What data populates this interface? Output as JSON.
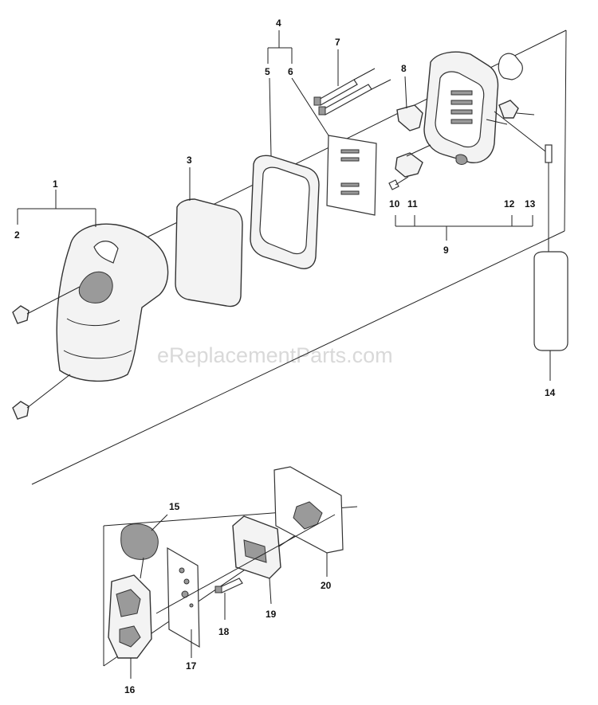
{
  "watermark": "eReplacementParts.com",
  "parts": [
    {
      "id": "p1",
      "label": "1"
    },
    {
      "id": "p2",
      "label": "2"
    },
    {
      "id": "p3",
      "label": "3"
    },
    {
      "id": "p4",
      "label": "4"
    },
    {
      "id": "p5",
      "label": "5"
    },
    {
      "id": "p6",
      "label": "6"
    },
    {
      "id": "p7",
      "label": "7"
    },
    {
      "id": "p8",
      "label": "8"
    },
    {
      "id": "p9",
      "label": "9"
    },
    {
      "id": "p10",
      "label": "10"
    },
    {
      "id": "p11",
      "label": "11"
    },
    {
      "id": "p12",
      "label": "12"
    },
    {
      "id": "p13",
      "label": "13"
    },
    {
      "id": "p14",
      "label": "14"
    },
    {
      "id": "p15",
      "label": "15"
    },
    {
      "id": "p16",
      "label": "16"
    },
    {
      "id": "p17",
      "label": "17"
    },
    {
      "id": "p18",
      "label": "18"
    },
    {
      "id": "p19",
      "label": "19"
    },
    {
      "id": "p20",
      "label": "20"
    }
  ]
}
